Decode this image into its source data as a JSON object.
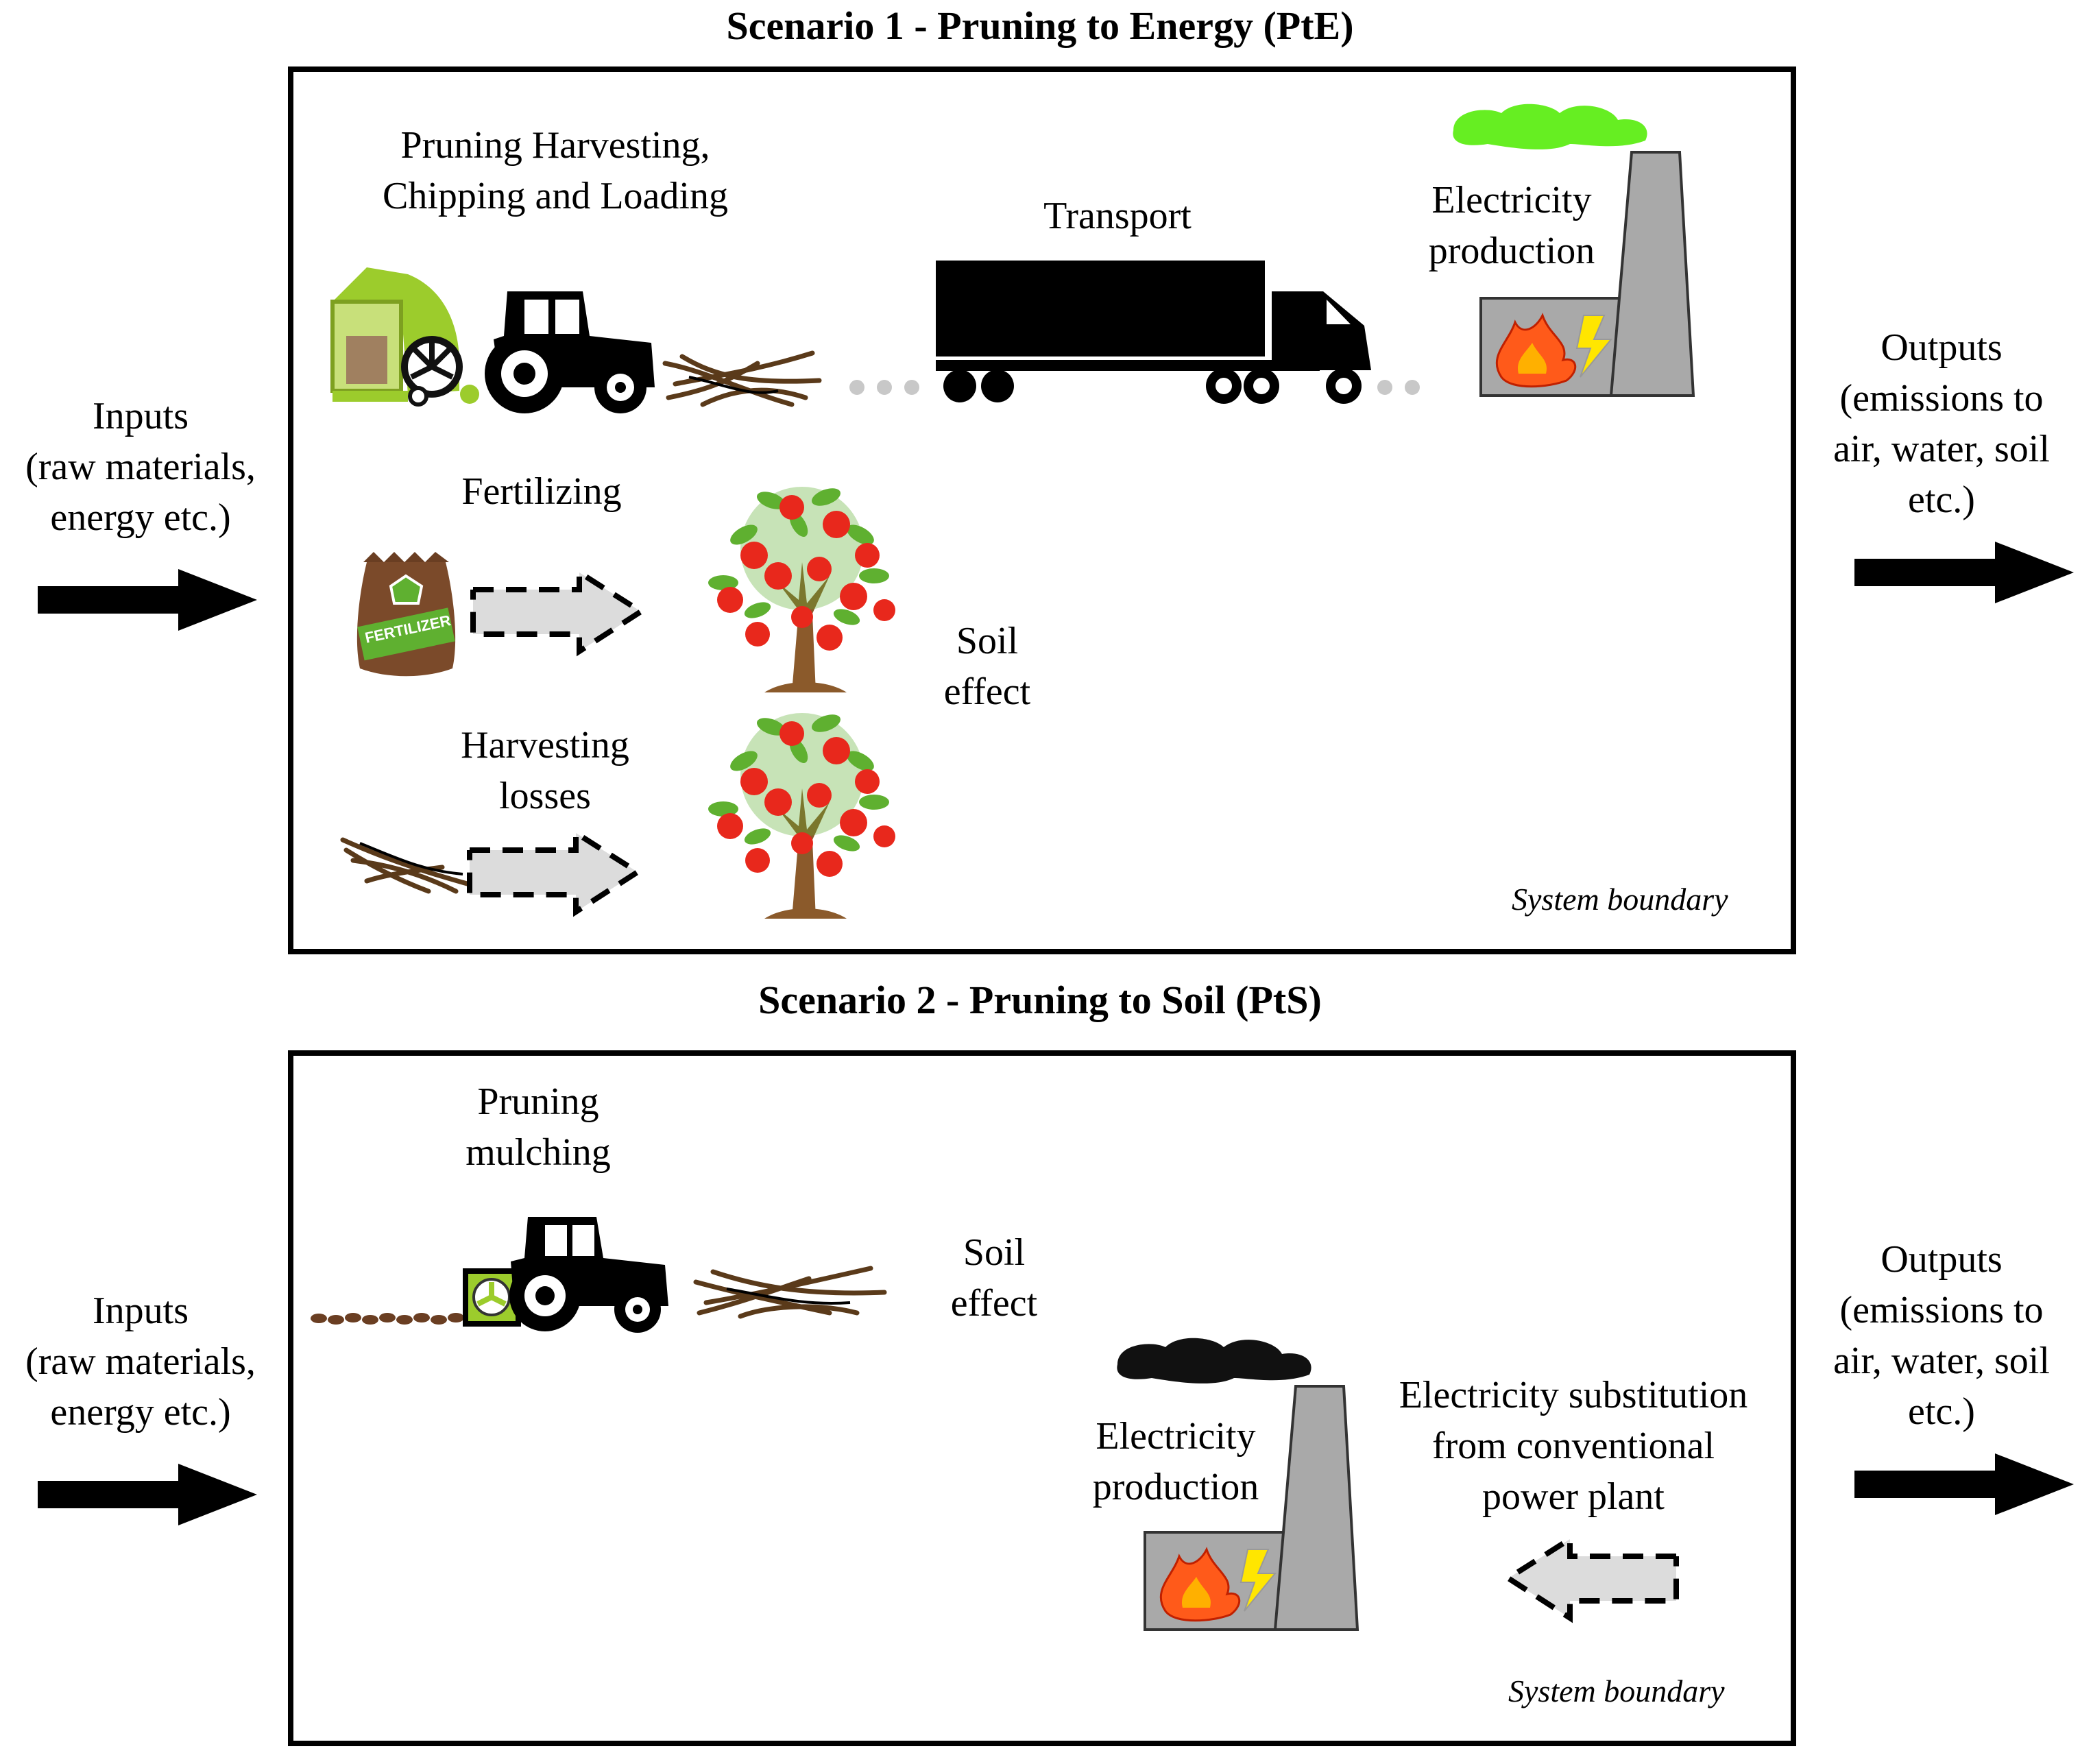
{
  "scenario1": {
    "title": "Scenario 1 - Pruning to Energy (PtE)",
    "harvest_label": "Pruning Harvesting,\nChipping and Loading",
    "transport_label": "Transport",
    "electricity_label": "Electricity\nproduction",
    "fertilizing_label": "Fertilizing",
    "soil_effect_label": "Soil\neffect",
    "harvesting_losses_label": "Harvesting\nlosses",
    "fertilizer_bag_text": "FERTILIZER",
    "boundary_label": "System boundary",
    "inputs_label": "Inputs\n(raw materials,\nenergy etc.)",
    "outputs_label": "Outputs\n(emissions to\nair, water, soil\netc.)"
  },
  "scenario2": {
    "title": "Scenario 2 - Pruning to Soil (PtS)",
    "mulching_label": "Pruning\nmulching",
    "soil_effect_label": "Soil\neffect",
    "electricity_label": "Electricity\nproduction",
    "substitution_label": "Electricity substitution\nfrom conventional\npower plant",
    "boundary_label": "System boundary",
    "inputs_label": "Inputs\n(raw materials,\nenergy etc.)",
    "outputs_label": "Outputs\n(emissions to\nair, water, soil\netc.)"
  },
  "colors": {
    "chipper_green": "#9ccc2c",
    "clean_smoke": "#66ee22",
    "dark_smoke": "#111111",
    "plant_gray": "#a9a9a9",
    "flame": "#ff5a1a",
    "bolt": "#ffe600",
    "apple": "#e8281c",
    "leaf": "#5fb030",
    "trunk": "#8b5a2b",
    "bag": "#7b4a2a",
    "dashed_arrow_fill": "#dcdcdc"
  }
}
